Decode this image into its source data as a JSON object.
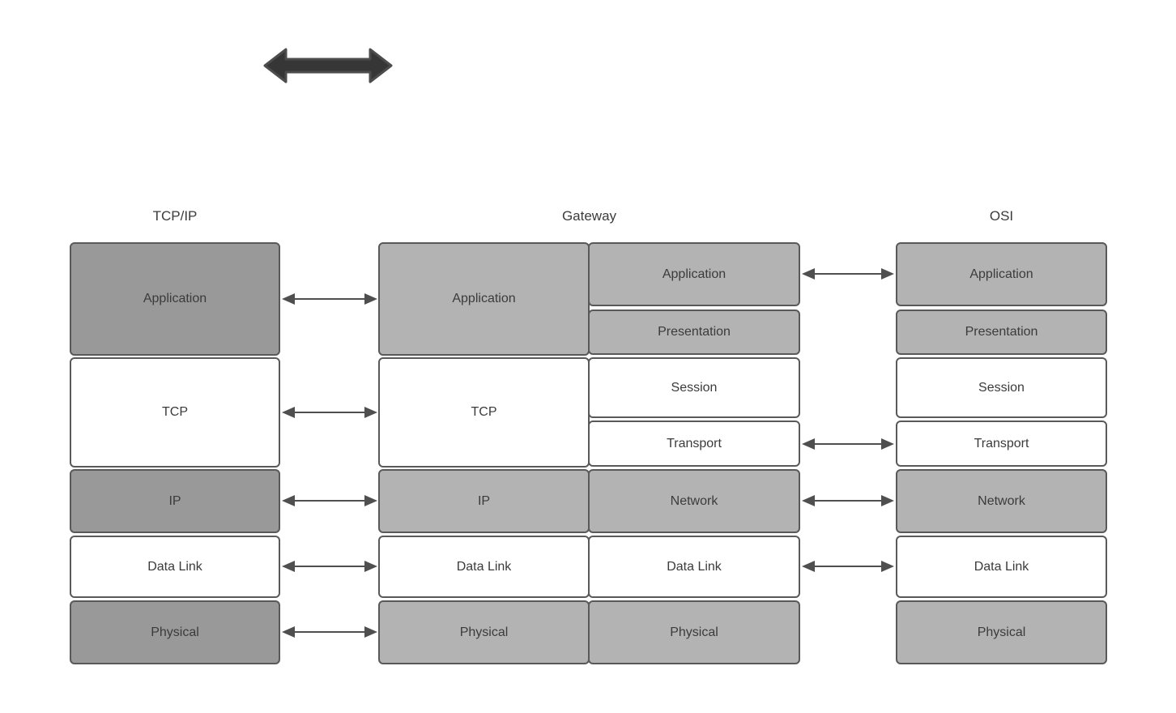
{
  "headers": {
    "tcpip": "TCP/IP",
    "gateway": "Gateway",
    "osi": "OSI"
  },
  "tcpip": {
    "rows": [
      {
        "label": "Application",
        "shaded": true
      },
      {
        "label": "TCP",
        "shaded": false
      },
      {
        "label": "IP",
        "shaded": true
      },
      {
        "label": "Data Link",
        "shaded": false
      },
      {
        "label": "Physical",
        "shaded": true
      }
    ]
  },
  "gateway_left": {
    "rows": [
      {
        "label": "Application",
        "shaded": true
      },
      {
        "label": "TCP",
        "shaded": false
      },
      {
        "label": "IP",
        "shaded": true
      },
      {
        "label": "Data Link",
        "shaded": false
      },
      {
        "label": "Physical",
        "shaded": true
      }
    ]
  },
  "gateway_right": {
    "rows": [
      {
        "label": "Application",
        "shaded": true
      },
      {
        "label": "Presentation",
        "shaded": true
      },
      {
        "label": "Session",
        "shaded": false
      },
      {
        "label": "Transport",
        "shaded": false
      },
      {
        "label": "Network",
        "shaded": true
      },
      {
        "label": "Data Link",
        "shaded": false
      },
      {
        "label": "Physical",
        "shaded": true
      }
    ]
  },
  "osi": {
    "rows": [
      {
        "label": "Application",
        "shaded": true
      },
      {
        "label": "Presentation",
        "shaded": true
      },
      {
        "label": "Session",
        "shaded": false
      },
      {
        "label": "Transport",
        "shaded": false
      },
      {
        "label": "Network",
        "shaded": true
      },
      {
        "label": "Data Link",
        "shaded": false
      },
      {
        "label": "Physical",
        "shaded": true
      }
    ]
  },
  "connections": {
    "tcpip_to_gateway": [
      "Application",
      "TCP",
      "IP",
      "Data Link",
      "Physical"
    ],
    "gateway_to_osi": [
      "Application",
      "Transport",
      "Network",
      "Data Link"
    ]
  },
  "colors": {
    "tcpip_shaded_fill": "#999999",
    "gateway_osi_shaded_fill": "#b3b3b3",
    "unshaded_fill": "#ffffff",
    "box_border": "#595959",
    "connector_arrow": "#4f4f4f",
    "thick_arrow_fill": "#363636",
    "text": "#3b3b3b"
  }
}
